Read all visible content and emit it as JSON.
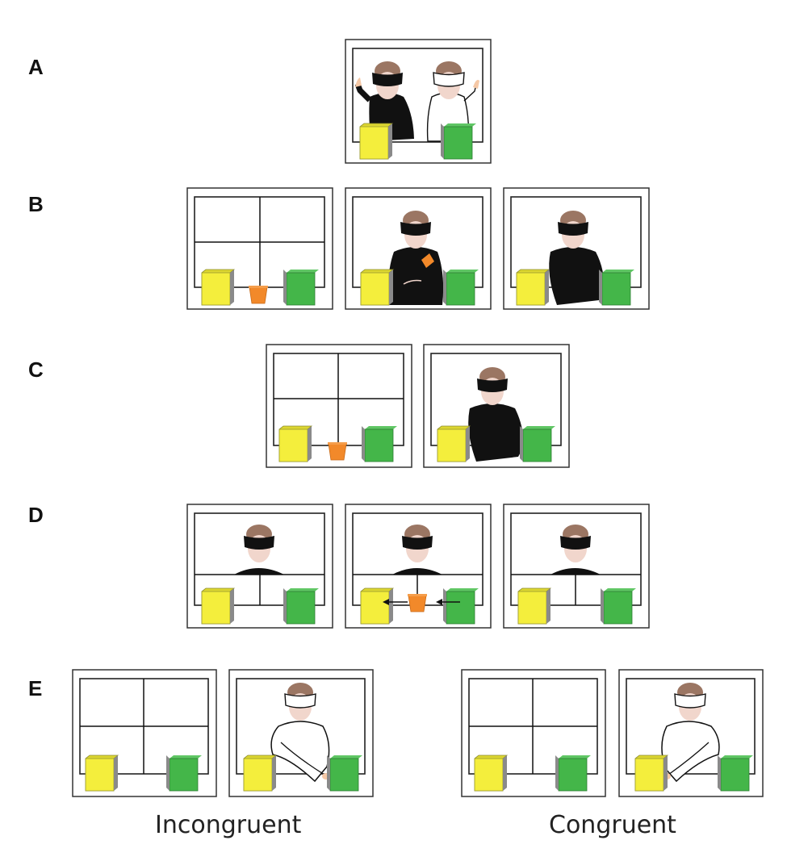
{
  "labels": {
    "a": "A",
    "b": "B",
    "c": "C",
    "d": "D",
    "e": "E"
  },
  "captions": {
    "incongruent": "Incongruent",
    "congruent": "Congruent"
  },
  "colors": {
    "yellow_box": "#f4ee3c",
    "green_box": "#44b649",
    "cup": "#f2892a",
    "agent_black": "#111111",
    "agent_white": "#ffffff",
    "skin": "#f1d6cc",
    "hair": "#9b7663",
    "hand": "#f5c8a6"
  }
}
